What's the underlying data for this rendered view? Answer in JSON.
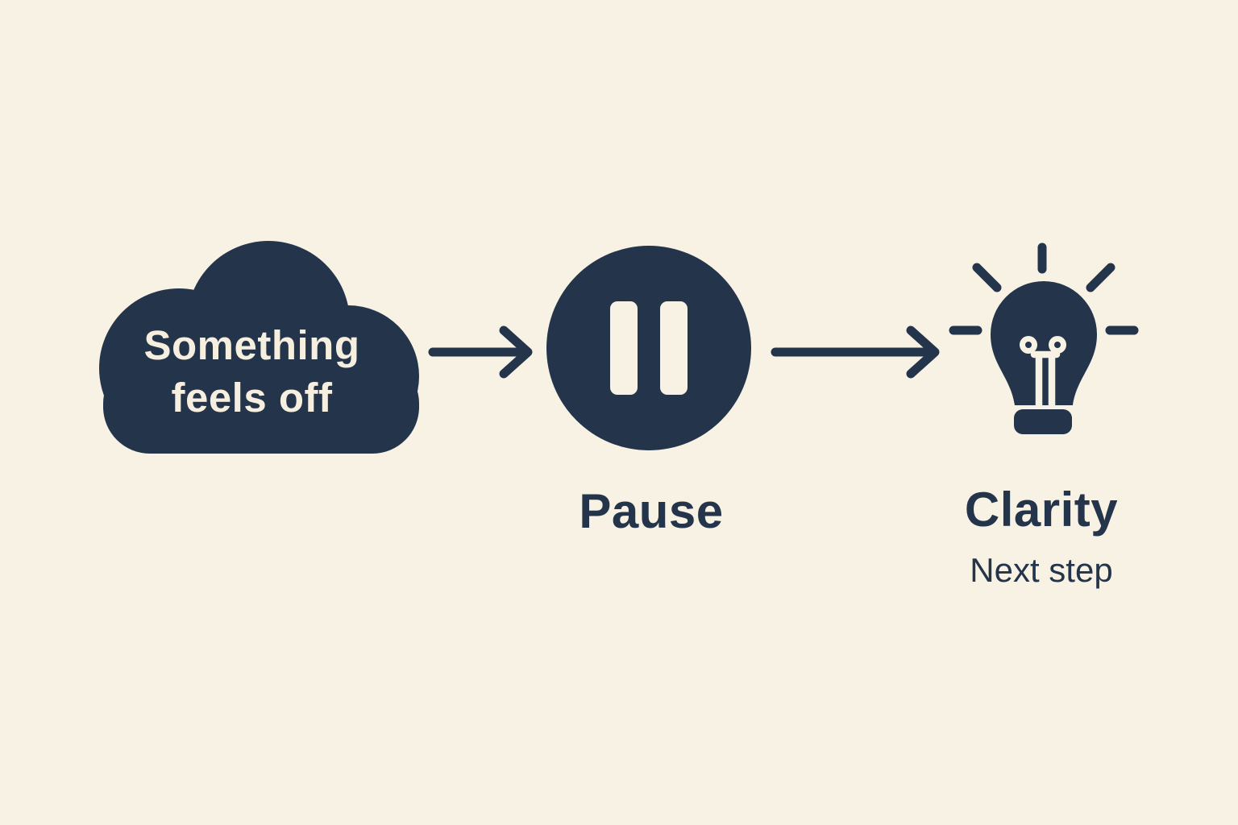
{
  "colors": {
    "background": "#f8f2e4",
    "ink": "#24344a",
    "cream_text": "#f6efdf"
  },
  "flow": {
    "source": {
      "icon": "thought-cloud-icon",
      "line1": "Something",
      "line2": "feels off"
    },
    "connector1": {
      "icon": "arrow-right-icon"
    },
    "pause": {
      "icon": "pause-icon",
      "label": "Pause"
    },
    "connector2": {
      "icon": "arrow-right-icon"
    },
    "clarity": {
      "icon": "lightbulb-icon",
      "label": "Clarity",
      "sublabel": "Next step"
    }
  }
}
